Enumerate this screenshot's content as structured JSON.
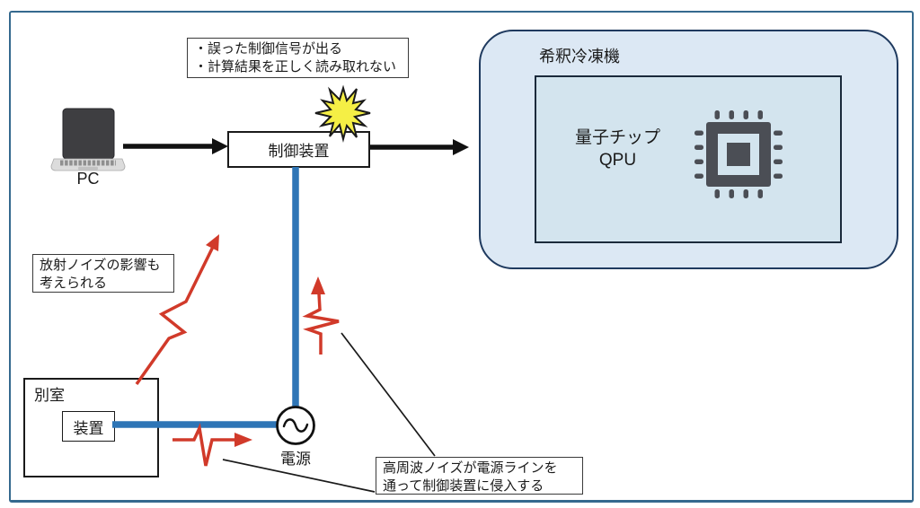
{
  "diagram_title": "quantum-computer-noise-intrusion-diagram",
  "top_note": {
    "lines": [
      "・誤った制御信号が出る",
      "・計算結果を正しく読み取れない"
    ]
  },
  "pc": {
    "label": "PC",
    "icon": "laptop-icon"
  },
  "control": {
    "label": "制御装置",
    "fault_icon": "explosion-starburst-icon"
  },
  "fridge": {
    "title": "希釈冷凍機",
    "qpu_line1": "量子チップ",
    "qpu_line2": "QPU",
    "icon": "cpu-chip-icon"
  },
  "power": {
    "label": "電源",
    "icon": "ac-source-icon"
  },
  "room": {
    "label": "別室",
    "device_label": "装置"
  },
  "radiated_note": {
    "lines": [
      "放射ノイズの影響も",
      "考えられる"
    ]
  },
  "conducted_note": {
    "lines": [
      "高周波ノイズが電源ラインを",
      "通って制御装置に侵入する"
    ]
  },
  "colors": {
    "frame_border": "#35698e",
    "box_border": "#1a1a1a",
    "fridge_fill": "#dce8f4",
    "fridge_border": "#1f3a5f",
    "qpu_fill": "#d3e4ee",
    "qpu_border": "#1b2a3b",
    "chip_gray": "#4b4e55",
    "power_line_blue": "#2e75b6",
    "noise_red": "#d13a2a",
    "starburst_yellow": "#f5ef45",
    "arrow_black": "#111111"
  }
}
